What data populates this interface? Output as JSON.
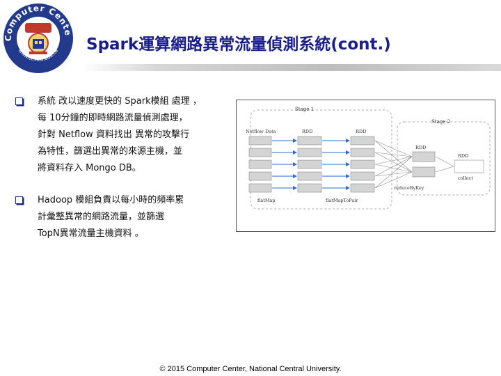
{
  "slide": {
    "title": "Spark運算網路異常流量偵測系統(cont.)",
    "footer": "© 2015 Computer Center, National Central University."
  },
  "logo": {
    "ring_text": "Computer Center",
    "url_text": "www.cc.ncu.edu.tw",
    "colors": {
      "ring": "#233a8c",
      "seal": "#c0392b"
    }
  },
  "bullets": [
    {
      "text": "系統 改以速度更快的  Spark模組 處理 ，\n每 10分鐘的即時網路流量偵測處理，\n針對 Netflow 資料找出 異常的攻擊行\n為特性，篩選出異常的來源主機，並\n將資料存入  Mongo DB。"
    },
    {
      "text": "Hadoop 模組負責以每小時的頻率累\n計彙整異常的網路流量，並篩選\nTopN異常流量主機資料  。"
    }
  ],
  "diagram": {
    "stage1_label": "Stage 1",
    "stage2_label": "Stage 2",
    "col_netflow": "Netflow Data",
    "col_rdd1": "RDD",
    "col_rdd2": "RDD",
    "col_rdd3": "RDD",
    "col_rdd4": "RDD",
    "label_flatmap": "flatMap",
    "label_flatmaptopair": "flatMapToPair",
    "label_reducebykey": "reduceByKey",
    "label_collect": "collect",
    "colors": {
      "partition": "#d4d4d4",
      "arrow": "#2a6fd6",
      "line": "#888888"
    }
  }
}
